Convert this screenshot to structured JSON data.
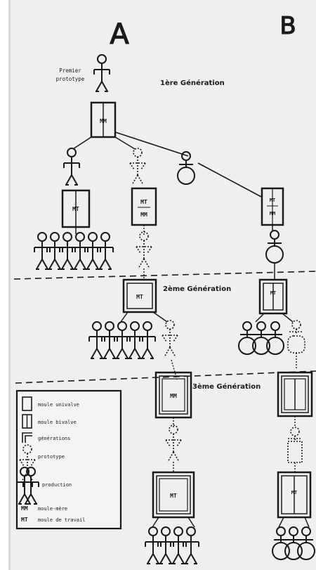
{
  "columns": {
    "left": "A",
    "right": "B"
  },
  "first_prototype_label": [
    "Premier",
    "prototype"
  ],
  "generations": {
    "first": "1ère Génération",
    "second": "2ème Génération",
    "third": "3ème Génération"
  },
  "mold_labels": {
    "mother": "MM",
    "work": "MT"
  },
  "legend": {
    "items": [
      {
        "icon": "univalve-mold-icon",
        "label": "moule univalve"
      },
      {
        "icon": "bivalve-mold-icon",
        "label": "moule bivalve"
      },
      {
        "icon": "generations-icon",
        "label": "générations"
      },
      {
        "icon": "prototype-icon",
        "label": "prototype"
      },
      {
        "icon": "production-icon",
        "label": "production"
      },
      {
        "icon": "mother-mold-icon",
        "code": "MM",
        "label": "moule-mère"
      },
      {
        "icon": "work-mold-icon",
        "code": "MT",
        "label": "moule de travail"
      }
    ]
  },
  "colors": {
    "paper": "#efefed",
    "ink": "#1a1a1a"
  }
}
